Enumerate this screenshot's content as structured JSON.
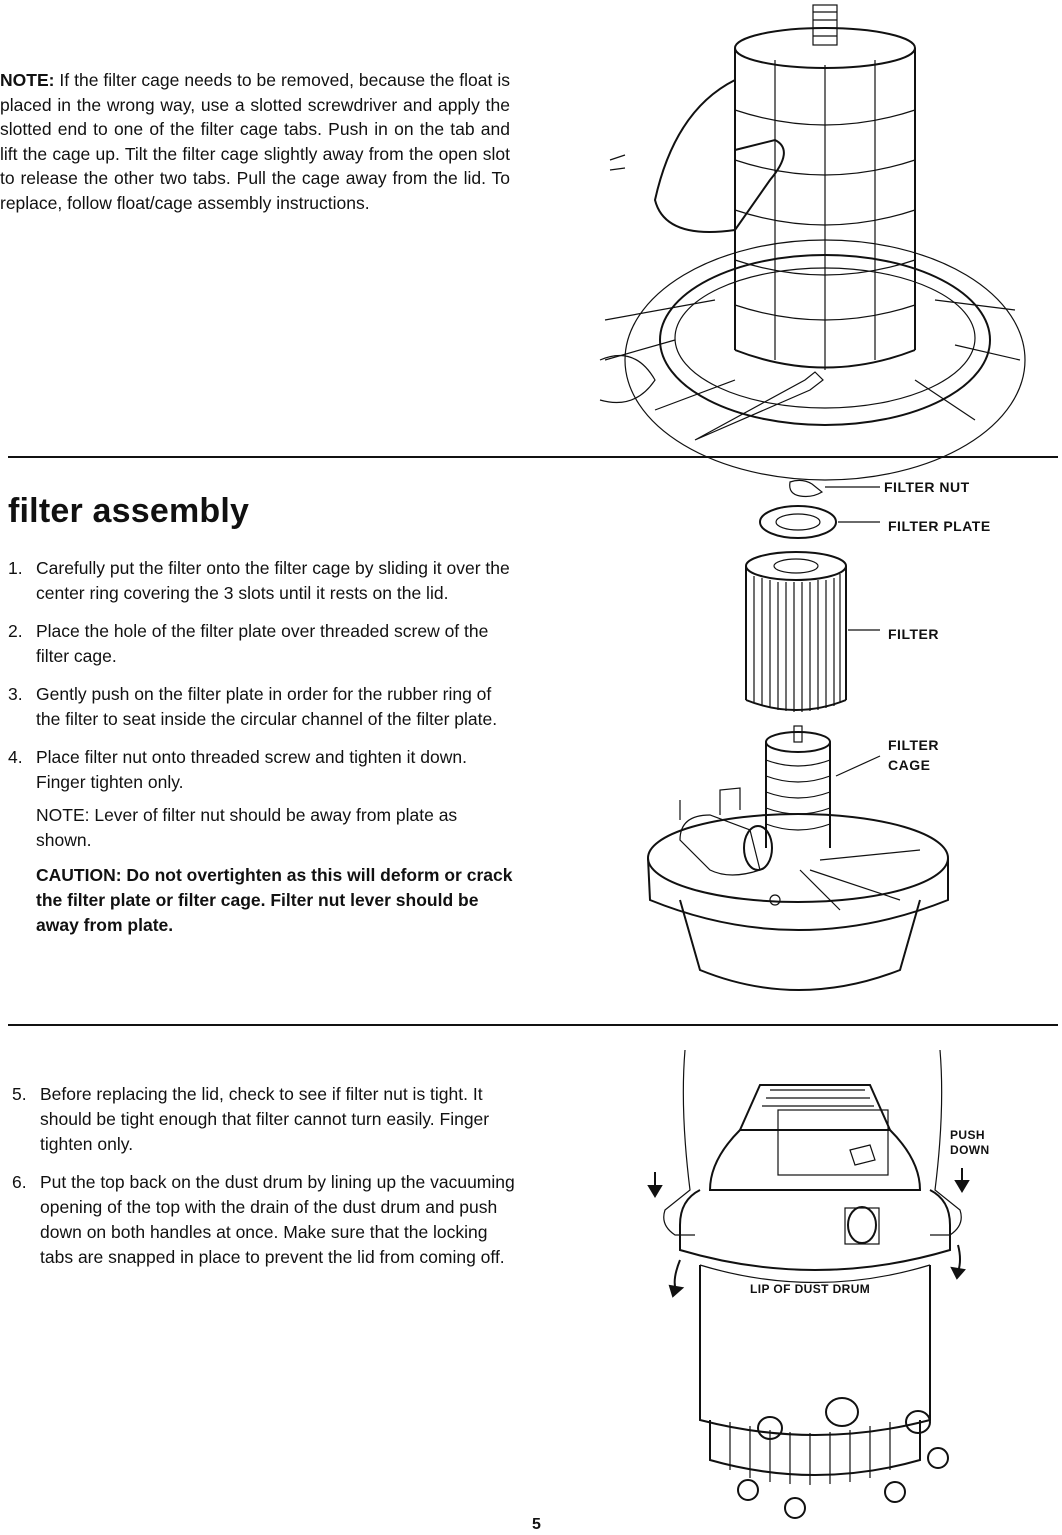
{
  "note_top": {
    "label": "NOTE:",
    "text": "If the filter cage needs to be removed, because the float is placed in the wrong way, use a slotted screwdriver and apply the slotted end to one of the filter cage tabs. Push in on the tab and lift the cage up. Tilt the filter cage slightly away from the open slot to release the other two tabs. Pull the cage away from the lid. To replace, follow float/cage assembly instructions."
  },
  "section_title": "filter assembly",
  "steps_a": [
    {
      "num": "1.",
      "text": "Carefully put the filter onto the filter cage by sliding it over the center ring covering the 3 slots until it rests on the lid."
    },
    {
      "num": "2.",
      "text": "Place the hole of the filter plate over threaded screw of the filter cage."
    },
    {
      "num": "3.",
      "text": "Gently push on the filter plate in order for the rubber ring of the filter to seat inside the circular channel of the filter plate."
    },
    {
      "num": "4.",
      "text": "Place filter nut onto threaded screw and tighten it down. Finger tighten only."
    }
  ],
  "note_step4": "NOTE: Lever of filter nut should be away from plate as shown.",
  "caution": "CAUTION: Do not overtighten as this will deform or crack the filter plate or filter cage. Filter nut lever should be away from plate.",
  "steps_b": [
    {
      "num": "5.",
      "text": "Before replacing the lid, check to see if filter nut is tight. It should be tight enough that filter cannot turn easily. Finger tighten only."
    },
    {
      "num": "6.",
      "text": "Put the top back on the dust drum by lining up the vacuuming opening of the top with the drain of the dust drum and push down on both handles at once. Make sure that the locking tabs are snapped in place to prevent the lid from coming off."
    }
  ],
  "diagram_labels": {
    "filter_nut": "FILTER NUT",
    "filter_plate": "FILTER PLATE",
    "filter": "FILTER",
    "filter_cage_1": "FILTER",
    "filter_cage_2": "CAGE",
    "push_down_1": "PUSH",
    "push_down_2": "DOWN",
    "lip": "LIP OF DUST DRUM"
  },
  "page_number": "5"
}
